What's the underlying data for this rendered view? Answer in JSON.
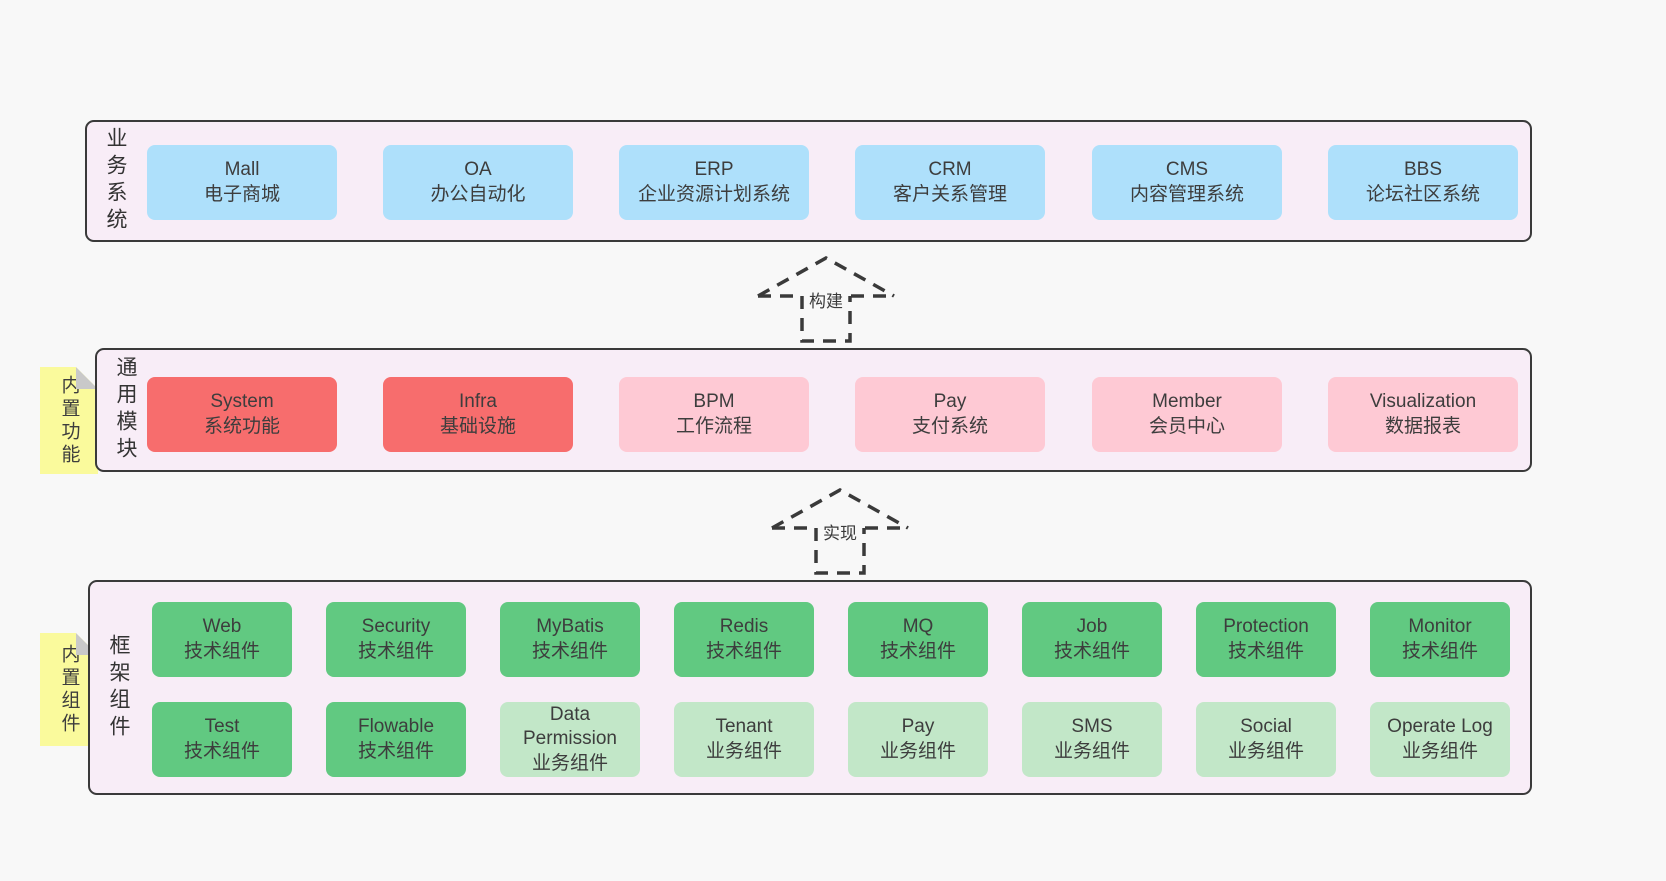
{
  "colors": {
    "page_bg": "#f8f8f8",
    "panel_bg": "#f8edf7",
    "panel_border": "#3a3a3a",
    "node_blue": "#aee0fb",
    "node_red": "#f76d6d",
    "node_pink": "#fec9d4",
    "node_green": "#61c981",
    "node_light_green": "#c2e7c8",
    "note_yellow": "#fafa9c",
    "note_fold_gray": "#c9c9c9",
    "text": "#3d3d3d"
  },
  "arrows": [
    {
      "label": "构建"
    },
    {
      "label": "实现"
    }
  ],
  "layers": [
    {
      "label": "业务系统",
      "boxes": [
        {
          "en": "Mall",
          "zh": "电子商城"
        },
        {
          "en": "OA",
          "zh": "办公自动化"
        },
        {
          "en": "ERP",
          "zh": "企业资源计划系统"
        },
        {
          "en": "CRM",
          "zh": "客户关系管理"
        },
        {
          "en": "CMS",
          "zh": "内容管理系统"
        },
        {
          "en": "BBS",
          "zh": "论坛社区系统"
        }
      ]
    },
    {
      "label": "通用模块",
      "note": "内置功能",
      "boxes": [
        {
          "en": "System",
          "zh": "系统功能"
        },
        {
          "en": "Infra",
          "zh": "基础设施"
        },
        {
          "en": "BPM",
          "zh": "工作流程"
        },
        {
          "en": "Pay",
          "zh": "支付系统"
        },
        {
          "en": "Member",
          "zh": "会员中心"
        },
        {
          "en": "Visualization",
          "zh": "数据报表"
        }
      ]
    },
    {
      "label": "框架组件",
      "note": "内置组件",
      "boxes": [
        {
          "en": "Web",
          "zh": "技术组件"
        },
        {
          "en": "Security",
          "zh": "技术组件"
        },
        {
          "en": "MyBatis",
          "zh": "技术组件"
        },
        {
          "en": "Redis",
          "zh": "技术组件"
        },
        {
          "en": "MQ",
          "zh": "技术组件"
        },
        {
          "en": "Job",
          "zh": "技术组件"
        },
        {
          "en": "Protection",
          "zh": "技术组件"
        },
        {
          "en": "Monitor",
          "zh": "技术组件"
        },
        {
          "en": "Test",
          "zh": "技术组件"
        },
        {
          "en": "Flowable",
          "zh": "技术组件"
        },
        {
          "en": "Data Permission",
          "zh": "业务组件"
        },
        {
          "en": "Tenant",
          "zh": "业务组件"
        },
        {
          "en": "Pay",
          "zh": "业务组件"
        },
        {
          "en": "SMS",
          "zh": "业务组件"
        },
        {
          "en": "Social",
          "zh": "业务组件"
        },
        {
          "en": "Operate Log",
          "zh": "业务组件"
        }
      ]
    }
  ]
}
